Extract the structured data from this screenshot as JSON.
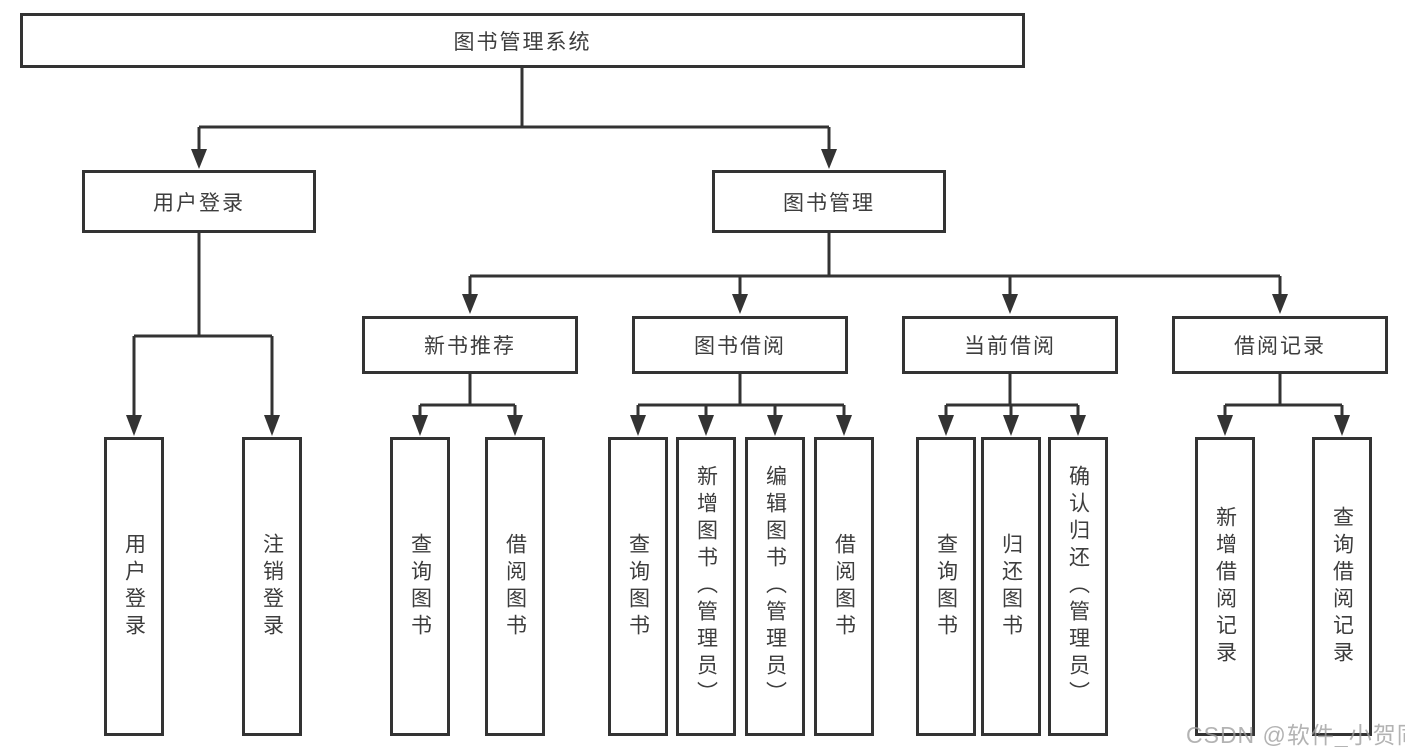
{
  "diagram": {
    "root": {
      "label": "图书管理系统"
    },
    "level2": [
      {
        "label": "用户登录"
      },
      {
        "label": "图书管理"
      }
    ],
    "level3": [
      {
        "label": "新书推荐"
      },
      {
        "label": "图书借阅"
      },
      {
        "label": "当前借阅"
      },
      {
        "label": "借阅记录"
      }
    ],
    "leaves": {
      "user_login": [
        "用户登录",
        "注销登录"
      ],
      "new_book": [
        "查询图书",
        "借阅图书"
      ],
      "book_borrow": [
        "查询图书",
        "新增图书（管理员）",
        "编辑图书（管理员）",
        "借阅图书"
      ],
      "current_borrow": [
        "查询图书",
        "归还图书",
        "确认归还（管理员）"
      ],
      "borrow_records": [
        "新增借阅记录",
        "查询借阅记录"
      ]
    }
  },
  "watermark": {
    "text": "CSDN @软件_小贺同学"
  },
  "colors": {
    "line": "#333333",
    "text": "#3d3d3d",
    "background": "#ffffff"
  }
}
